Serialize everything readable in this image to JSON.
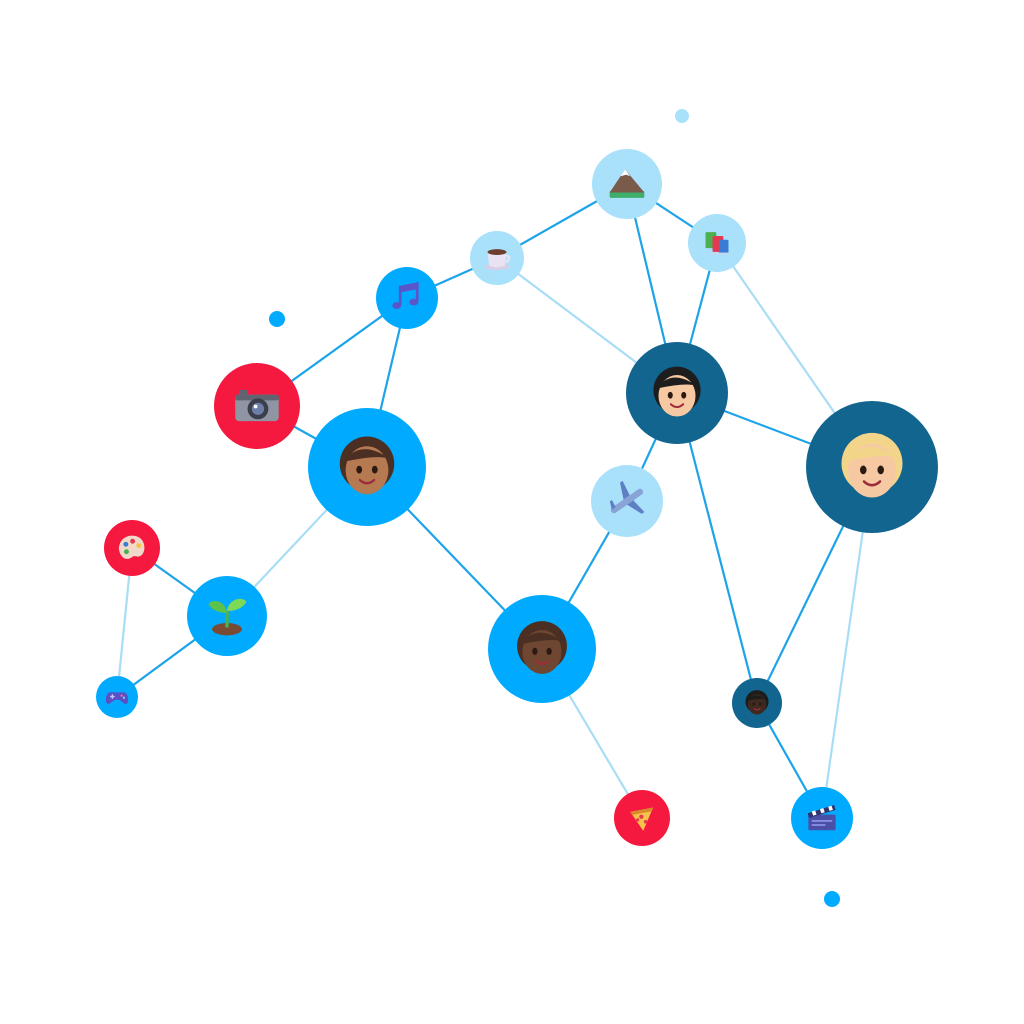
{
  "colors": {
    "bright_blue": "#00aaff",
    "pale_blue": "#a9e1fb",
    "dark_teal": "#12658f",
    "red": "#f5183f",
    "edge_strong": "#1ca3ea",
    "edge_light": "#a9ddf6",
    "skin_light": "#f7c9a3",
    "skin_medium": "#b57a52",
    "skin_dark": "#6e4632",
    "skin_deep": "#3e2a20",
    "hair_blonde": "#f3d58a",
    "hair_brown": "#4b2f22",
    "hair_black": "#1d1d1d"
  },
  "nodes": [
    {
      "id": "mountain",
      "icon": "mountain-icon",
      "kind": "pale_blue"
    },
    {
      "id": "books",
      "icon": "books-icon",
      "kind": "pale_blue"
    },
    {
      "id": "coffee",
      "icon": "coffee-cup-icon",
      "kind": "pale_blue"
    },
    {
      "id": "music",
      "icon": "music-note-icon",
      "kind": "bright_blue"
    },
    {
      "id": "camera",
      "icon": "camera-icon",
      "kind": "red"
    },
    {
      "id": "person_a",
      "icon": "person-avatar-icon",
      "kind": "bright_blue",
      "skin": "skin_medium",
      "hair": "hair_brown"
    },
    {
      "id": "person_b",
      "icon": "person-avatar-icon",
      "kind": "dark_teal",
      "skin": "skin_light",
      "hair": "hair_black"
    },
    {
      "id": "person_c",
      "icon": "person-avatar-icon",
      "kind": "dark_teal",
      "skin": "skin_light",
      "hair": "hair_blonde"
    },
    {
      "id": "plane",
      "icon": "airplane-icon",
      "kind": "pale_blue"
    },
    {
      "id": "palette",
      "icon": "palette-icon",
      "kind": "red"
    },
    {
      "id": "sprout",
      "icon": "seedling-icon",
      "kind": "bright_blue"
    },
    {
      "id": "gamepad",
      "icon": "gamepad-icon",
      "kind": "bright_blue"
    },
    {
      "id": "person_d",
      "icon": "person-avatar-icon",
      "kind": "bright_blue",
      "skin": "skin_dark",
      "hair": "hair_brown"
    },
    {
      "id": "person_e",
      "icon": "person-avatar-icon",
      "kind": "dark_teal",
      "skin": "skin_deep",
      "hair": "hair_black"
    },
    {
      "id": "pizza",
      "icon": "pizza-slice-icon",
      "kind": "red"
    },
    {
      "id": "clapper",
      "icon": "clapperboard-icon",
      "kind": "bright_blue"
    }
  ],
  "edges": [
    {
      "from": "mountain",
      "to": "coffee",
      "style": "strong"
    },
    {
      "from": "mountain",
      "to": "books",
      "style": "strong"
    },
    {
      "from": "mountain",
      "to": "person_b",
      "style": "strong"
    },
    {
      "from": "coffee",
      "to": "music",
      "style": "strong"
    },
    {
      "from": "coffee",
      "to": "person_b",
      "style": "light"
    },
    {
      "from": "books",
      "to": "person_b",
      "style": "strong"
    },
    {
      "from": "books",
      "to": "person_c",
      "style": "light"
    },
    {
      "from": "music",
      "to": "camera",
      "style": "strong"
    },
    {
      "from": "music",
      "to": "person_a",
      "style": "strong"
    },
    {
      "from": "camera",
      "to": "person_a",
      "style": "strong"
    },
    {
      "from": "person_a",
      "to": "sprout",
      "style": "light"
    },
    {
      "from": "person_a",
      "to": "person_d",
      "style": "strong"
    },
    {
      "from": "person_b",
      "to": "person_c",
      "style": "strong"
    },
    {
      "from": "person_b",
      "to": "plane",
      "style": "strong"
    },
    {
      "from": "person_b",
      "to": "person_e",
      "style": "strong"
    },
    {
      "from": "plane",
      "to": "person_d",
      "style": "strong"
    },
    {
      "from": "person_c",
      "to": "person_e",
      "style": "strong"
    },
    {
      "from": "person_c",
      "to": "clapper",
      "style": "light"
    },
    {
      "from": "palette",
      "to": "sprout",
      "style": "strong"
    },
    {
      "from": "palette",
      "to": "gamepad",
      "style": "light"
    },
    {
      "from": "sprout",
      "to": "gamepad",
      "style": "strong"
    },
    {
      "from": "person_d",
      "to": "pizza",
      "style": "light"
    },
    {
      "from": "person_e",
      "to": "clapper",
      "style": "strong"
    }
  ],
  "dots": [
    {
      "id": "dot_top",
      "kind": "pale_blue"
    },
    {
      "id": "dot_left",
      "kind": "bright_blue"
    },
    {
      "id": "dot_bottom",
      "kind": "bright_blue"
    }
  ]
}
